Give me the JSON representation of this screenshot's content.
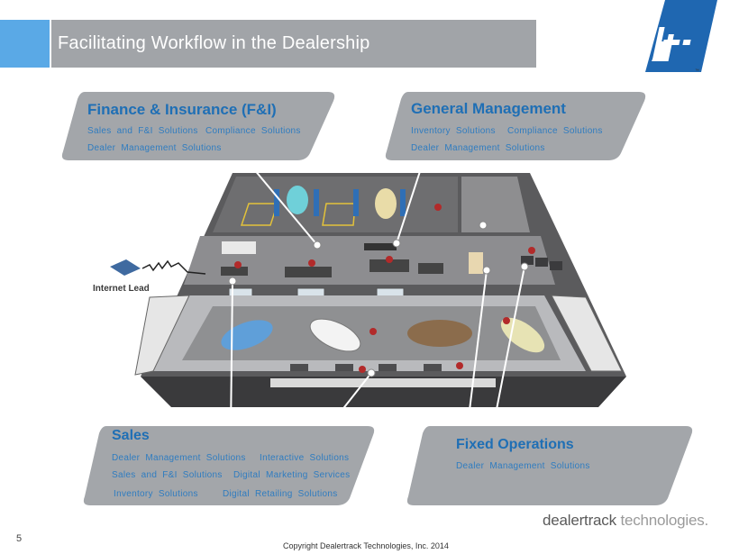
{
  "header": {
    "title": "Facilitating Workflow in the Dealership",
    "accent_color": "#5aa9e6",
    "bar_color": "#a1a4a8"
  },
  "logo": {
    "mark": "dt",
    "trademark": "™"
  },
  "callouts": {
    "fi": {
      "title": "Finance & Insurance (F&I)",
      "items": [
        "Sales and F&I Solutions",
        "Compliance Solutions",
        "Dealer Management Solutions"
      ]
    },
    "gm": {
      "title": "General Management",
      "items": [
        "Inventory Solutions",
        "Compliance Solutions",
        "Dealer Management Solutions"
      ]
    },
    "sales": {
      "title": "Sales",
      "items": [
        "Dealer Management Solutions",
        "Interactive Solutions",
        "Sales and F&I Solutions",
        "Digital Marketing Services",
        "Inventory Solutions",
        "Digital Retailing Solutions"
      ]
    },
    "fixed": {
      "title": "Fixed Operations",
      "items": [
        "Dealer Management Solutions"
      ]
    }
  },
  "diagram": {
    "internet_lead_label": "Internet Lead"
  },
  "footer": {
    "page_number": "5",
    "copyright": "Copyright Dealertrack Technologies, Inc. 2014",
    "brand_word1": "dealertrack",
    "brand_word2": "technologies.",
    "brand_color": "#5a5a5a"
  }
}
